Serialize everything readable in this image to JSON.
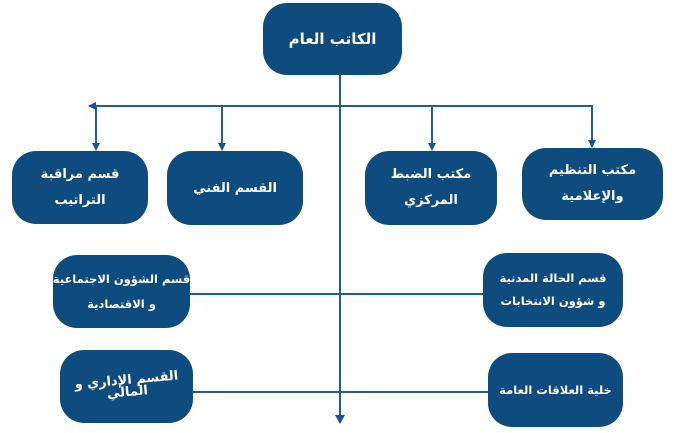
{
  "diagram": {
    "type": "org-chart",
    "direction": "rtl",
    "root_label": "الكاتب العام",
    "children_of_root": [
      "قسم مراقبة التراتيب",
      "القسم الفني",
      "مكتب الضبط المركزي",
      "مكتب التنظيم والإعلامية",
      "قسم الشؤون الاجتماعية و الاقتصادية",
      "قسم الحالة المدنية و شؤون الانتخابات",
      "القسم الإداري و المالي",
      "خلية العلاقات العامة"
    ]
  },
  "nodes": {
    "root": {
      "label": "الكاتب العام",
      "lines": [
        "الكاتب العام"
      ]
    },
    "regulations": {
      "label": "قسم مراقبة التراتيب",
      "lines": [
        "قسم مراقبة",
        "التراتيب"
      ]
    },
    "technical": {
      "label": "القسم الفني",
      "lines": [
        "القسم الفني"
      ]
    },
    "central_registry": {
      "label": "مكتب الضبط المركزي",
      "lines": [
        "مكتب الضبط",
        "المركزي"
      ]
    },
    "organization_media": {
      "label": "مكتب التنظيم والإعلامية",
      "lines": [
        "مكتب التنظيم",
        "والإعلامية"
      ]
    },
    "social_economic": {
      "label": "قسم الشؤون الاجتماعية و الاقتصادية",
      "lines": [
        "قسم الشؤون الاجتماعية",
        "و الاقتصادية"
      ]
    },
    "civil_status_elections": {
      "label": "قسم الحالة المدنية و شؤون الانتخابات",
      "lines": [
        "قسم الحالة المدنية",
        "و شؤون الانتخابات"
      ]
    },
    "admin_financial": {
      "label": "القسم الإداري و المالي",
      "lines": [
        "القسم الإداري و",
        "المالي"
      ]
    },
    "public_relations": {
      "label": "خلية العلاقات العامة",
      "lines": [
        "خلية العلاقات العامة"
      ]
    }
  },
  "colors": {
    "node_fill": "#0E4B7E",
    "connector_line": "#1E5C9B",
    "arrowhead": "#16519A",
    "node_text": "#FFFFFF",
    "background": "#FFFFFF"
  }
}
